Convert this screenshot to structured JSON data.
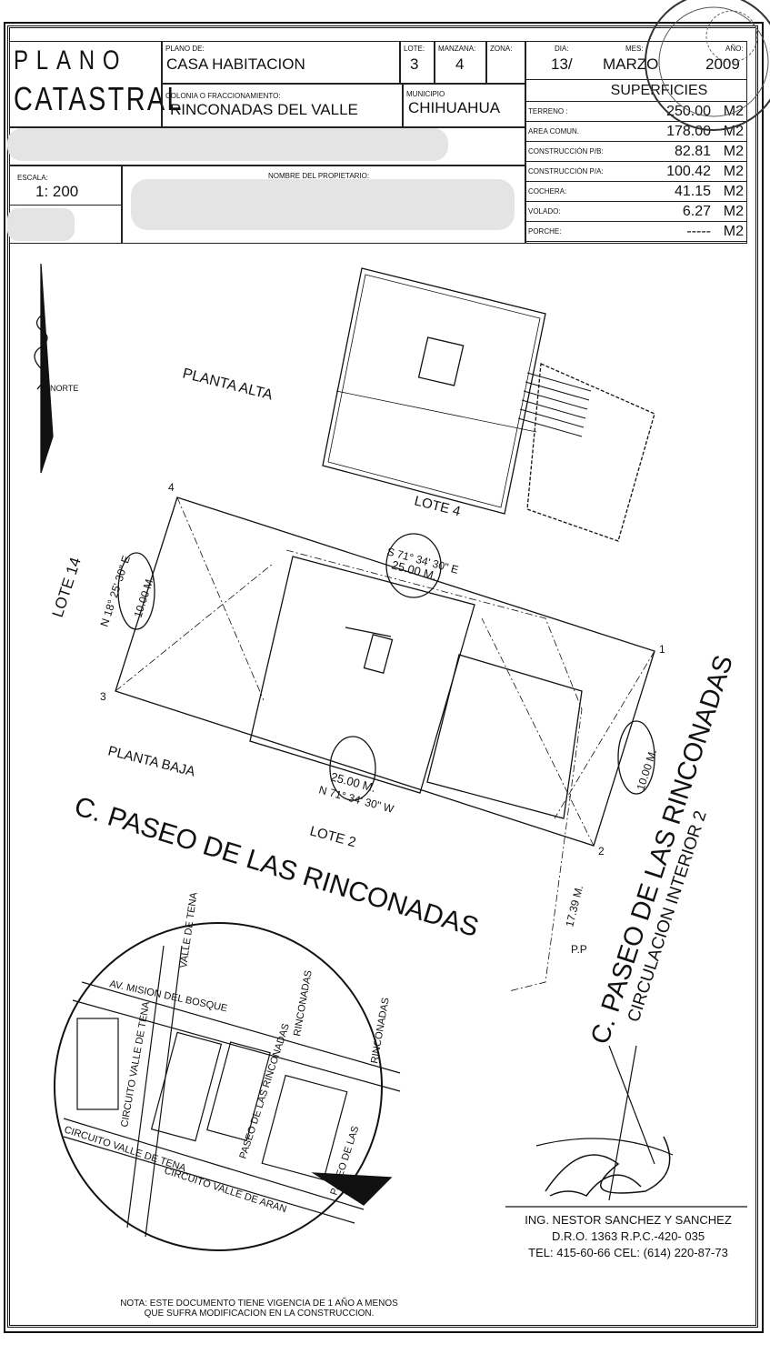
{
  "header": {
    "title_line1": "PLANO",
    "title_line2": "CATASTRAL",
    "plano_de_label": "PLANO DE:",
    "plano_de": "CASA HABITACION",
    "lote_label": "LOTE:",
    "lote": "3",
    "manzana_label": "MANZANA:",
    "manzana": "4",
    "zona_label": "ZONA:",
    "zona": "",
    "colonia_label": "COLONIA O FRACCIONAMIENTO:",
    "colonia": "RINCONADAS DEL VALLE",
    "municipio_label": "MUNICIPIO",
    "municipio": "CHIHUAHUA",
    "escala_label": "ESCALA:",
    "escala": "1: 200",
    "propietario_label": "NOMBRE DEL PROPIETARIO:",
    "dia_label": "DIA:",
    "dia": "13/",
    "mes_label": "MES:",
    "mes": "MARZO",
    "anio_label": "AÑO:",
    "anio": "2009"
  },
  "superficies": {
    "title": "SUPERFICIES",
    "rows": [
      {
        "label": "TERRENO :",
        "value": "250.00",
        "unit": "M2"
      },
      {
        "label": "AREA COMUN.",
        "value": "178.00",
        "unit": "M2"
      },
      {
        "label": "CONSTRUCCIÓN P/B:",
        "value": "82.81",
        "unit": "M2"
      },
      {
        "label": "CONSTRUCCIÓN P/A:",
        "value": "100.42",
        "unit": "M2"
      },
      {
        "label": "COCHERA:",
        "value": "41.15",
        "unit": "M2"
      },
      {
        "label": "VOLADO:",
        "value": "6.27",
        "unit": "M2"
      },
      {
        "label": "PORCHE:",
        "value": "-----",
        "unit": "M2"
      }
    ]
  },
  "plan": {
    "norte": "NORTE",
    "planta_alta": "PLANTA ALTA",
    "planta_baja": "PLANTA BAJA",
    "lote_4": "LOTE 4",
    "lote_14": "LOTE 14",
    "lote_2": "LOTE 2",
    "bearing_west": "N 18° 25' 30\" E",
    "dist_west": "10.00 M.",
    "bearing_north": "S 71° 34' 30\" E",
    "dist_north": "25.00 M.",
    "bearing_south": "N 71° 34' 30\" W",
    "dist_south": "25.00 M.",
    "dist_east": "10.00 M.",
    "dist_pp": "17.39 M.",
    "pp": "P.P",
    "street_south": "C. PASEO DE LAS RINCONADAS",
    "street_east": "C. PASEO DE LAS RINCONADAS",
    "circulacion": "CIRCULACION INTERIOR 2",
    "points": [
      "1",
      "2",
      "3",
      "4"
    ]
  },
  "map": {
    "labels": [
      "AV. MISION DEL BOSQUE",
      "VALLE DE TENA",
      "CIRCUITO VALLE DE TENA",
      "RINCONADAS",
      "RINCONADAS",
      "CIRCUITO VALLE DE TENA",
      "PASEO DE LAS RINCONADAS",
      "CIRCUITO VALLE DE ARAN",
      "PASEO DE LAS"
    ]
  },
  "footer": {
    "nota_line1": "NOTA: ESTE DOCUMENTO TIENE VIGENCIA DE 1 AÑO A MENOS",
    "nota_line2": "QUE SUFRA MODIFICACION EN LA CONSTRUCCION.",
    "engineer": "ING. NESTOR SANCHEZ Y SANCHEZ",
    "dro": "D.R.O.  1363  R.P.C.-420- 035",
    "tel": "TEL: 415-60-66 CEL: (614) 220-87-73"
  }
}
